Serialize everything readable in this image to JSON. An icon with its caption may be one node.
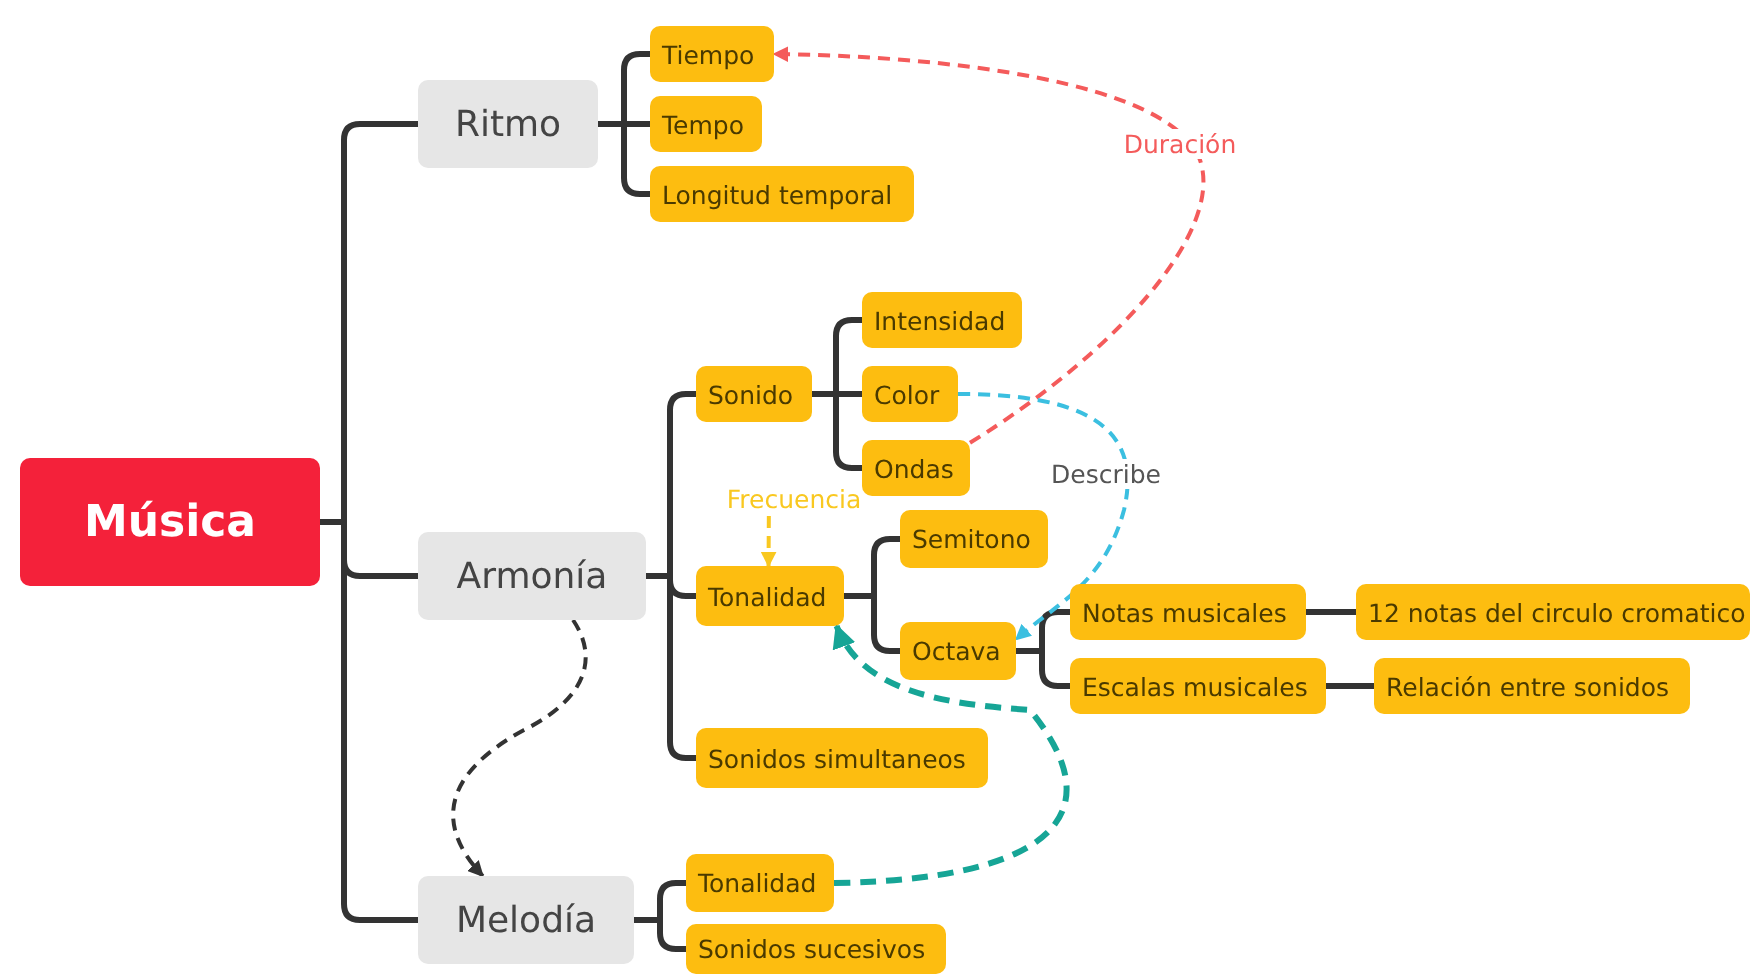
{
  "diagram": {
    "nodes": [
      {
        "text": [
          "Música"
        ]
      },
      {
        "text": [
          "Ritmo"
        ]
      },
      {
        "text": [
          "Armonía"
        ]
      },
      {
        "text": [
          "Melodía"
        ]
      },
      {
        "text": [
          "Tiempo"
        ]
      },
      {
        "text": [
          "Tempo"
        ]
      },
      {
        "text": [
          "Longitud temporal"
        ]
      },
      {
        "text": [
          "Sonido"
        ]
      },
      {
        "text": [
          "Tonalidad"
        ]
      },
      {
        "text": [
          "Sonidos simultaneos"
        ]
      },
      {
        "text": [
          "Intensidad"
        ]
      },
      {
        "text": [
          "Color"
        ]
      },
      {
        "text": [
          "Ondas"
        ]
      },
      {
        "text": [
          "Semitono"
        ]
      },
      {
        "text": [
          "Octava"
        ]
      },
      {
        "text": [
          "Notas musicales"
        ]
      },
      {
        "text": [
          "Escalas musicales"
        ]
      },
      {
        "text": [
          "12 notas del circulo cromatico"
        ]
      },
      {
        "text": [
          "Relación entre sonidos"
        ]
      },
      {
        "text": [
          "Tonalidad"
        ]
      },
      {
        "text": [
          "Sonidos sucesivos"
        ]
      },
      {
        "text": [
          "Frecuencia"
        ]
      }
    ],
    "edges": [
      {
        "from": 0,
        "to": 1,
        "arrow": "none"
      },
      {
        "from": 0,
        "to": 2,
        "arrow": "none"
      },
      {
        "from": 0,
        "to": 3,
        "arrow": "none"
      },
      {
        "from": 1,
        "to": 4,
        "arrow": "none"
      },
      {
        "from": 1,
        "to": 5,
        "arrow": "none"
      },
      {
        "from": 1,
        "to": 6,
        "arrow": "none"
      },
      {
        "from": 2,
        "to": 7,
        "arrow": "none"
      },
      {
        "from": 2,
        "to": 8,
        "arrow": "none"
      },
      {
        "from": 2,
        "to": 9,
        "arrow": "none"
      },
      {
        "from": 7,
        "to": 10,
        "arrow": "none"
      },
      {
        "from": 7,
        "to": 11,
        "arrow": "none"
      },
      {
        "from": 7,
        "to": 12,
        "arrow": "none"
      },
      {
        "from": 8,
        "to": 13,
        "arrow": "none"
      },
      {
        "from": 8,
        "to": 14,
        "arrow": "none"
      },
      {
        "from": 14,
        "to": 15,
        "arrow": "none"
      },
      {
        "from": 14,
        "to": 16,
        "arrow": "none"
      },
      {
        "from": 15,
        "to": 17,
        "arrow": "none"
      },
      {
        "from": 16,
        "to": 18,
        "arrow": "none"
      },
      {
        "from": 3,
        "to": 19,
        "arrow": "none"
      },
      {
        "from": 3,
        "to": 20,
        "arrow": "none"
      },
      {
        "from": 12,
        "to": 4,
        "arrow": "to",
        "label": "Duración",
        "style": "dashed",
        "color": "#f45b5b"
      },
      {
        "from": 11,
        "to": 14,
        "arrow": "to",
        "label": "Describe",
        "style": "dashed",
        "color": "#3bbfe0"
      },
      {
        "from": 2,
        "to": 3,
        "arrow": "to",
        "style": "dashed"
      },
      {
        "from": 19,
        "to": 8,
        "arrow": "to",
        "style": "dashed",
        "color": "#16a596"
      },
      {
        "from": 21,
        "to": 8,
        "arrow": "to",
        "style": "dashed",
        "color": "#f9c820"
      }
    ]
  }
}
